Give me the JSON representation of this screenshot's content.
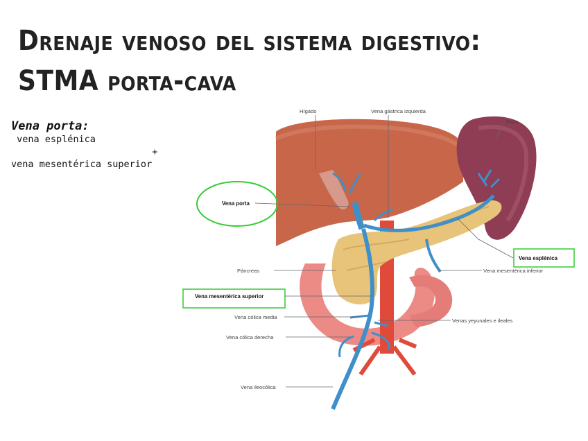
{
  "slide": {
    "title": "Drenaje venoso del sistema digestivo: STMA porta-cava",
    "note": {
      "heading": "Vena porta:",
      "line1": " vena esplénica",
      "plus": "                         +",
      "line2": "vena mesentérica superior"
    }
  },
  "figure": {
    "labels": {
      "higado": "Hígado",
      "gastrica": "Vena gástrica izquierda",
      "bazo": "Bazo",
      "porta": "Vena porta",
      "esplenica": "Vena esplénica",
      "pancreas": "Páncreas",
      "mes_inferior": "Vena mesentérica inferior",
      "mes_superior": "Vena mesentérica superior",
      "colica_media": "Vena cólica media",
      "yeyunales": "Venas yeyunales e ileales",
      "colica_derecha": "Vena cólica derecha",
      "ileocolica": "Vena ileocólica"
    },
    "colors": {
      "highlight": "#33cc33",
      "liver": "#c8664a",
      "spleen": "#8e3d55",
      "pancreas": "#e8c47a",
      "vein": "#3f8fc8",
      "artery": "#e04a3a",
      "intestine": "#ec8a86"
    }
  }
}
